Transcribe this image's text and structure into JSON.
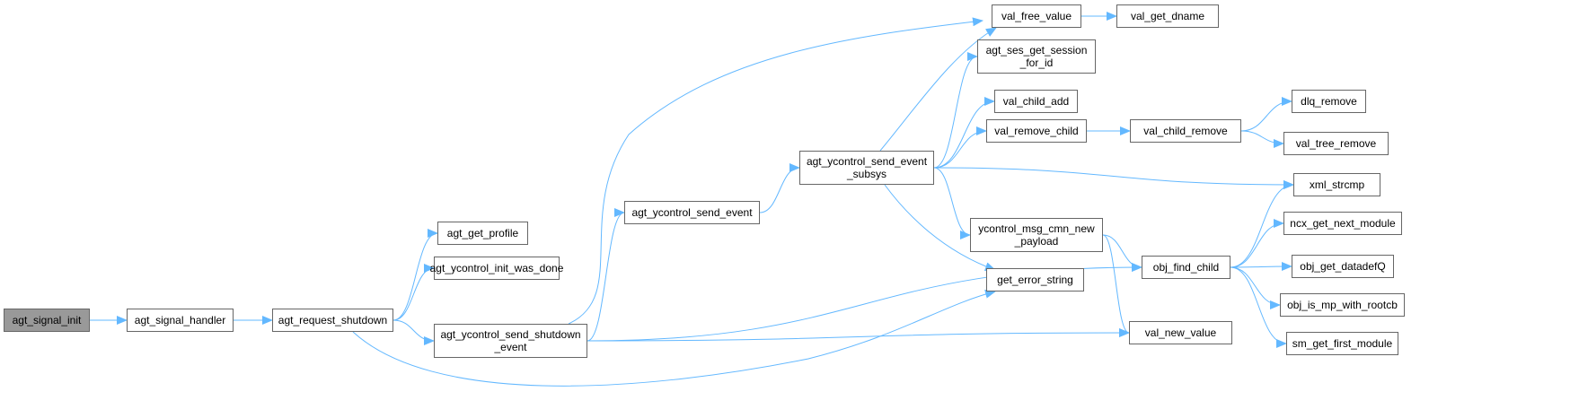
{
  "graph": {
    "nodes": [
      {
        "id": "agt_signal_init",
        "label": "agt_signal_init",
        "root": true
      },
      {
        "id": "agt_signal_handler",
        "label": "agt_signal_handler"
      },
      {
        "id": "agt_request_shutdown",
        "label": "agt_request_shutdown"
      },
      {
        "id": "agt_get_profile",
        "label": "agt_get_profile"
      },
      {
        "id": "agt_ycontrol_init_was_done",
        "label": "agt_ycontrol_init_was_done"
      },
      {
        "id": "agt_ycontrol_send_shutdown_event",
        "label": "agt_ycontrol_send_shutdown\n_event"
      },
      {
        "id": "agt_ycontrol_send_event",
        "label": "agt_ycontrol_send_event"
      },
      {
        "id": "agt_ycontrol_send_event_subsys",
        "label": "agt_ycontrol_send_event\n_subsys"
      },
      {
        "id": "val_free_value",
        "label": "val_free_value"
      },
      {
        "id": "val_get_dname",
        "label": "val_get_dname"
      },
      {
        "id": "agt_ses_get_session_for_id",
        "label": "agt_ses_get_session\n_for_id"
      },
      {
        "id": "val_child_add",
        "label": "val_child_add"
      },
      {
        "id": "val_remove_child",
        "label": "val_remove_child"
      },
      {
        "id": "val_child_remove",
        "label": "val_child_remove"
      },
      {
        "id": "dlq_remove",
        "label": "dlq_remove"
      },
      {
        "id": "val_tree_remove",
        "label": "val_tree_remove"
      },
      {
        "id": "xml_strcmp",
        "label": "xml_strcmp"
      },
      {
        "id": "ycontrol_msg_cmn_new_payload",
        "label": "ycontrol_msg_cmn_new\n_payload"
      },
      {
        "id": "get_error_string",
        "label": "get_error_string"
      },
      {
        "id": "obj_find_child",
        "label": "obj_find_child"
      },
      {
        "id": "val_new_value",
        "label": "val_new_value"
      },
      {
        "id": "ncx_get_next_module",
        "label": "ncx_get_next_module"
      },
      {
        "id": "obj_get_datadefQ",
        "label": "obj_get_datadefQ"
      },
      {
        "id": "obj_is_mp_with_rootcb",
        "label": "obj_is_mp_with_rootcb"
      },
      {
        "id": "sm_get_first_module",
        "label": "sm_get_first_module"
      }
    ],
    "edges": [
      [
        "agt_signal_init",
        "agt_signal_handler"
      ],
      [
        "agt_signal_handler",
        "agt_request_shutdown"
      ],
      [
        "agt_request_shutdown",
        "agt_get_profile"
      ],
      [
        "agt_request_shutdown",
        "agt_ycontrol_init_was_done"
      ],
      [
        "agt_request_shutdown",
        "agt_ycontrol_send_shutdown_event"
      ],
      [
        "agt_request_shutdown",
        "get_error_string"
      ],
      [
        "agt_ycontrol_send_shutdown_event",
        "val_free_value"
      ],
      [
        "agt_ycontrol_send_shutdown_event",
        "agt_ycontrol_send_event"
      ],
      [
        "agt_ycontrol_send_shutdown_event",
        "obj_find_child"
      ],
      [
        "agt_ycontrol_send_shutdown_event",
        "val_new_value"
      ],
      [
        "agt_ycontrol_send_event",
        "agt_ycontrol_send_event_subsys"
      ],
      [
        "agt_ycontrol_send_event_subsys",
        "val_free_value"
      ],
      [
        "agt_ycontrol_send_event_subsys",
        "agt_ses_get_session_for_id"
      ],
      [
        "agt_ycontrol_send_event_subsys",
        "val_child_add"
      ],
      [
        "agt_ycontrol_send_event_subsys",
        "val_remove_child"
      ],
      [
        "agt_ycontrol_send_event_subsys",
        "xml_strcmp"
      ],
      [
        "agt_ycontrol_send_event_subsys",
        "ycontrol_msg_cmn_new_payload"
      ],
      [
        "agt_ycontrol_send_event_subsys",
        "get_error_string"
      ],
      [
        "val_free_value",
        "val_get_dname"
      ],
      [
        "val_remove_child",
        "val_child_remove"
      ],
      [
        "val_child_remove",
        "dlq_remove"
      ],
      [
        "val_child_remove",
        "val_tree_remove"
      ],
      [
        "ycontrol_msg_cmn_new_payload",
        "obj_find_child"
      ],
      [
        "ycontrol_msg_cmn_new_payload",
        "val_new_value"
      ],
      [
        "obj_find_child",
        "xml_strcmp"
      ],
      [
        "obj_find_child",
        "ncx_get_next_module"
      ],
      [
        "obj_find_child",
        "obj_get_datadefQ"
      ],
      [
        "obj_find_child",
        "obj_is_mp_with_rootcb"
      ],
      [
        "obj_find_child",
        "sm_get_first_module"
      ]
    ],
    "colors": {
      "edge": "#63b8ff",
      "node_border": "#666666",
      "root_fill": "#999999"
    }
  }
}
